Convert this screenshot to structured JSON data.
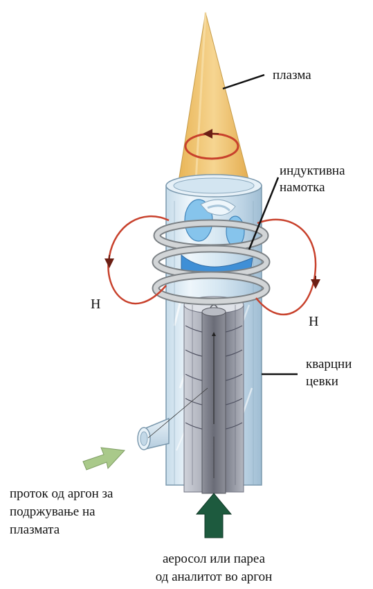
{
  "labels": {
    "plasma": "плазма",
    "induction_coil_line1": "индуктивна",
    "induction_coil_line2": "намотка",
    "field_left": "H",
    "field_right": "H",
    "quartz_tubes_line1": "кварцни",
    "quartz_tubes_line2": "цевки",
    "argon_flow_line1": "проток од аргон за",
    "argon_flow_line2": "подржување на",
    "argon_flow_line3": "плазмата",
    "aerosol_line1": "аеросол или пареа",
    "aerosol_line2": "од аналитот во аргон"
  },
  "colors": {
    "plasma_fill": "#f1c46c",
    "plasma_edge": "#c9a04a",
    "tube_light": "#dcebf4",
    "tube_mid": "#b9d4e6",
    "tube_edge": "#6f8fa6",
    "inner_tube": "#9a9ca6",
    "inner_tube_dark": "#6d6f7a",
    "blue_swirl": "#7cbde8",
    "blue_deep": "#3f8fd6",
    "coil": "#c9ccce",
    "coil_edge": "#7d8286",
    "field_loop": "#c0402e",
    "leader": "#111111",
    "arrow_light_green": "#a9c98a",
    "arrow_dark_green": "#1d5a3e"
  },
  "icons": {
    "argon_inlet_arrow": "light-green-arrow",
    "aerosol_inlet_arrow": "dark-green-arrow"
  }
}
